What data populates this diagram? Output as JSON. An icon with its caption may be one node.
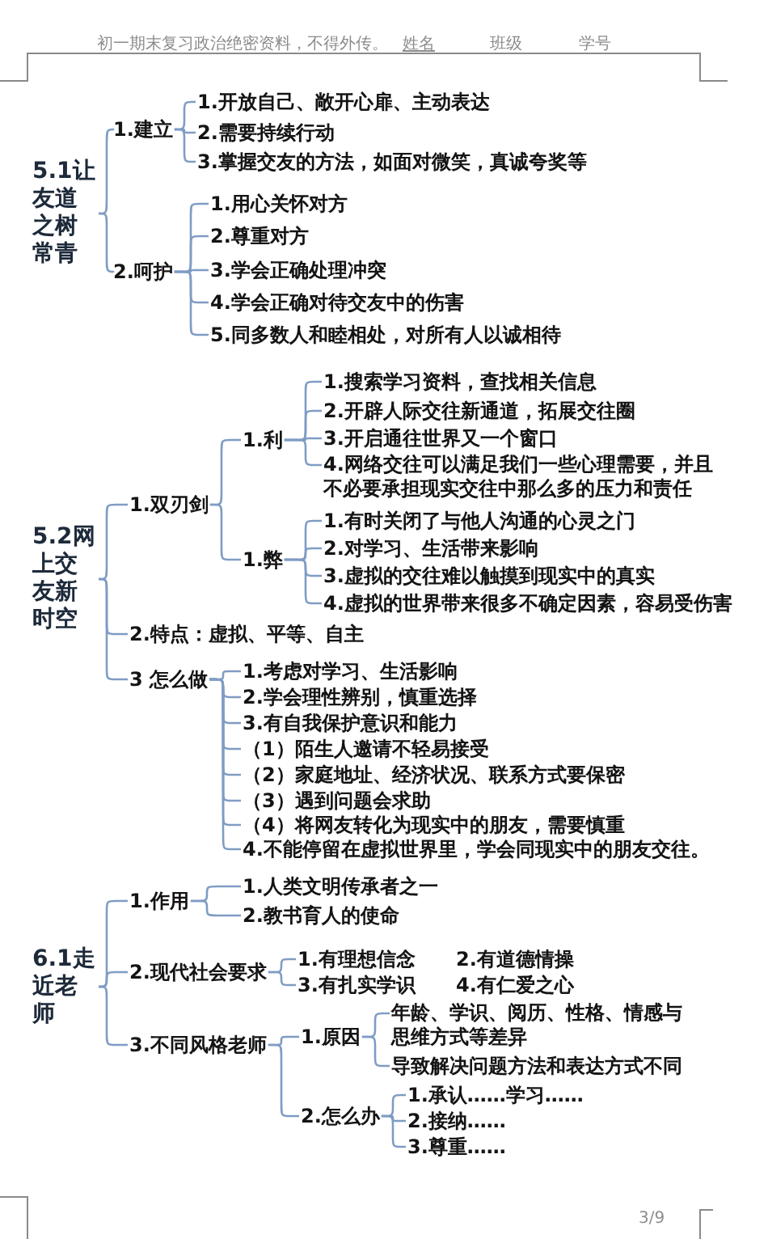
{
  "diagram": {
    "nodes": [
      {
        "text": [
          "5.1让友道之树常青"
        ]
      },
      {
        "text": [
          "1.建立"
        ]
      },
      {
        "text": [
          "1.开放自己、敞开心扉、主动表达"
        ]
      },
      {
        "text": [
          "2.需要持续行动"
        ]
      },
      {
        "text": [
          "3.掌握交友的方法，如面对微笑，真诚夸奖等"
        ]
      },
      {
        "text": [
          "2.呵护"
        ]
      },
      {
        "text": [
          "1.用心关怀对方"
        ]
      },
      {
        "text": [
          "2.尊重对方"
        ]
      },
      {
        "text": [
          "3.学会正确处理冲突"
        ]
      },
      {
        "text": [
          "4.学会正确对待交友中的伤害"
        ]
      },
      {
        "text": [
          "5.同多数人和睦相处，对所有人以诚相待"
        ]
      },
      {
        "text": [
          "5.2网上交友新时空"
        ]
      },
      {
        "text": [
          "1.双刃剑"
        ]
      },
      {
        "text": [
          "1.利"
        ]
      },
      {
        "text": [
          "1.搜索学习资料，查找相关信息"
        ]
      },
      {
        "text": [
          "2.开辟人际交往新通道，拓展交往圈"
        ]
      },
      {
        "text": [
          "3.开启通往世界又一个窗口"
        ]
      },
      {
        "text": [
          "4.网络交往可以满足我们一些心理需要，并且不必要承担现实交往中那么多的压力和责任"
        ]
      },
      {
        "text": [
          "1.弊"
        ]
      },
      {
        "text": [
          "1.有时关闭了与他人沟通的心灵之门"
        ]
      },
      {
        "text": [
          "2.对学习、生活带来影响"
        ]
      },
      {
        "text": [
          "3.虚拟的交往难以触摸到现实中的真实"
        ]
      },
      {
        "text": [
          "4.虚拟的世界带来很多不确定因素，容易受伤害"
        ]
      },
      {
        "text": [
          "2.特点：虚拟、平等、自主"
        ]
      },
      {
        "text": [
          "3 怎么做"
        ]
      },
      {
        "text": [
          "1.考虑对学习、生活影响"
        ]
      },
      {
        "text": [
          "2.学会理性辨别，慎重选择"
        ]
      },
      {
        "text": [
          "3.有自我保护意识和能力"
        ]
      },
      {
        "text": [
          "（1）陌生人邀请不轻易接受"
        ]
      },
      {
        "text": [
          "（2）家庭地址、经济状况、联系方式要保密"
        ]
      },
      {
        "text": [
          "（3）遇到问题会求助"
        ]
      },
      {
        "text": [
          "（4）将网友转化为现实中的朋友，需要慎重"
        ]
      },
      {
        "text": [
          "4.不能停留在虚拟世界里，学会同现实中的朋友交往。"
        ]
      },
      {
        "text": [
          "6.1走近老师"
        ]
      },
      {
        "text": [
          "1.作用"
        ]
      },
      {
        "text": [
          "1.人类文明传承者之一"
        ]
      },
      {
        "text": [
          "2.教书育人的使命"
        ]
      },
      {
        "text": [
          "2.现代社会要求"
        ]
      },
      {
        "text": [
          "1.有理想信念"
        ]
      },
      {
        "text": [
          "3.有扎实学识"
        ]
      },
      {
        "text": [
          "3.不同风格老师"
        ]
      },
      {
        "text": [
          "1.原因"
        ]
      },
      {
        "text": [
          "年龄、学识、阅历、性格、情感与思维方式等差异"
        ]
      },
      {
        "text": [
          "导致解决问题方法和表达方式不同"
        ]
      },
      {
        "text": [
          "2.怎么办"
        ]
      },
      {
        "text": [
          "1.承认……学习……"
        ]
      },
      {
        "text": [
          "2.接纳……"
        ]
      },
      {
        "text": [
          "3.尊重……"
        ]
      }
    ],
    "edges": [
      {
        "from": 0,
        "to": 1,
        "arrow": "none"
      },
      {
        "from": 0,
        "to": 5,
        "arrow": "none"
      },
      {
        "from": 1,
        "to": 2,
        "arrow": "none"
      },
      {
        "from": 1,
        "to": 3,
        "arrow": "none"
      },
      {
        "from": 1,
        "to": 4,
        "arrow": "none"
      },
      {
        "from": 5,
        "to": 6,
        "arrow": "none"
      },
      {
        "from": 5,
        "to": 7,
        "arrow": "none"
      },
      {
        "from": 5,
        "to": 8,
        "arrow": "none"
      },
      {
        "from": 5,
        "to": 9,
        "arrow": "none"
      },
      {
        "from": 5,
        "to": 10,
        "arrow": "none"
      },
      {
        "from": 11,
        "to": 12,
        "arrow": "none"
      },
      {
        "from": 11,
        "to": 23,
        "arrow": "none"
      },
      {
        "from": 11,
        "to": 24,
        "arrow": "none"
      },
      {
        "from": 12,
        "to": 13,
        "arrow": "none"
      },
      {
        "from": 12,
        "to": 18,
        "arrow": "none"
      },
      {
        "from": 13,
        "to": 14,
        "arrow": "none"
      },
      {
        "from": 13,
        "to": 15,
        "arrow": "none"
      },
      {
        "from": 13,
        "to": 16,
        "arrow": "none"
      },
      {
        "from": 13,
        "to": 17,
        "arrow": "none"
      },
      {
        "from": 18,
        "to": 19,
        "arrow": "none"
      },
      {
        "from": 18,
        "to": 20,
        "arrow": "none"
      },
      {
        "from": 18,
        "to": 21,
        "arrow": "none"
      },
      {
        "from": 18,
        "to": 22,
        "arrow": "none"
      },
      {
        "from": 24,
        "to": 25,
        "arrow": "none"
      },
      {
        "from": 24,
        "to": 26,
        "arrow": "none"
      },
      {
        "from": 24,
        "to": 27,
        "arrow": "none"
      },
      {
        "from": 24,
        "to": 28,
        "arrow": "none"
      },
      {
        "from": 24,
        "to": 29,
        "arrow": "none"
      },
      {
        "from": 24,
        "to": 30,
        "arrow": "none"
      },
      {
        "from": 24,
        "to": 31,
        "arrow": "none"
      },
      {
        "from": 24,
        "to": 32,
        "arrow": "none"
      },
      {
        "from": 33,
        "to": 34,
        "arrow": "none"
      },
      {
        "from": 33,
        "to": 37,
        "arrow": "none"
      },
      {
        "from": 33,
        "to": 40,
        "arrow": "none"
      },
      {
        "from": 34,
        "to": 35,
        "arrow": "none"
      },
      {
        "from": 34,
        "to": 36,
        "arrow": "none"
      },
      {
        "from": 37,
        "to": 38,
        "arrow": "none"
      },
      {
        "from": 37,
        "to": 39,
        "arrow": "none"
      },
      {
        "from": 40,
        "to": 41,
        "arrow": "none"
      },
      {
        "from": 40,
        "to": 44,
        "arrow": "none"
      },
      {
        "from": 41,
        "to": 42,
        "arrow": "none"
      },
      {
        "from": 41,
        "to": 43,
        "arrow": "none"
      },
      {
        "from": 44,
        "to": 45,
        "arrow": "none"
      },
      {
        "from": 44,
        "to": 46,
        "arrow": "none"
      },
      {
        "from": 44,
        "to": 47,
        "arrow": "none"
      }
    ],
    "labels": [
      "初一期末复习政治绝密资料，不得外传。",
      "姓名",
      "班级",
      "学号",
      "2.有道德情操",
      "4.有仁爱之心",
      "3/9"
    ]
  }
}
